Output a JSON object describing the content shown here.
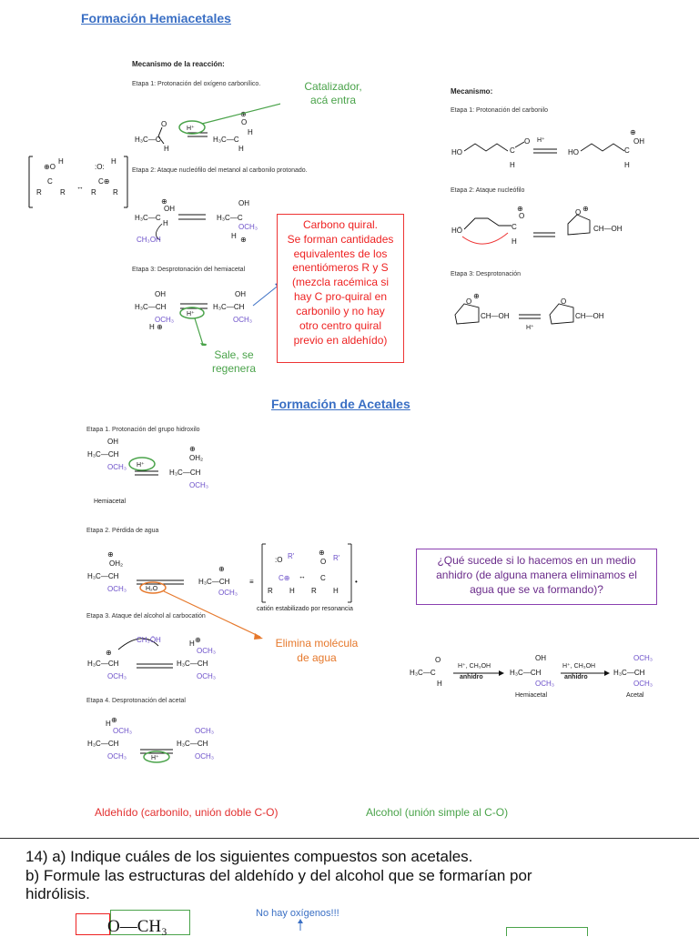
{
  "hemiacetal": {
    "title": "Formación Hemiacetales",
    "left": {
      "heading": "Mecanismo de la reacción:",
      "step1": "Etapa 1: Protonación del oxígeno carbonílico.",
      "step2": "Etapa 2: Ataque nucleófilo del metanol al carbonilo protonado.",
      "step3": "Etapa 3: Desprotonación del hemiacetal"
    },
    "right": {
      "heading": "Mecanismo:",
      "step1": "Etapa 1: Protonación del carbonilo",
      "step2": "Etapa 2: Ataque nucleófilo",
      "step3": "Etapa 3: Desprotonación"
    },
    "catalyst_note_line1": "Catalizador,",
    "catalyst_note_line2": "acá entra",
    "regen_note_line1": "Sale, se",
    "regen_note_line2": "regenera",
    "chiral_box": {
      "line1": "Carbono quiral.",
      "line2": "Se forman cantidades",
      "line3": "equivalentes de los",
      "line4": "enentiómeros R y S",
      "line5": "(mezcla racémica si",
      "line6": "hay C pro-quiral en",
      "line7": "carbonilo y no hay",
      "line8": "otro centro quiral",
      "line9": "previo en aldehído)"
    }
  },
  "acetal": {
    "title": "Formación de Acetales",
    "step1": "Etapa 1. Protonación del grupo hidroxilo",
    "hemiacetal_label": "Hemiacetal",
    "step2": "Etapa 2. Pérdida de agua",
    "resonance_label": "catión estabilizado por resonancia",
    "step3": "Etapa 3. Ataque del alcohol al carbocatión",
    "step4": "Etapa 4. Desprotonación del acetal",
    "water_note_line1": "Elimina molécula",
    "water_note_line2": "de agua",
    "question_box": {
      "line1": "¿Qué sucede si lo hacemos en un medio",
      "line2": "anhidro (de alguna manera eliminamos el",
      "line3": "agua que se va formando)?"
    },
    "summary": {
      "reagent": "H⁺, CH₃OH",
      "condition": "anhidro",
      "hemiacetal": "Hemiacetal",
      "acetal": "Acetal"
    }
  },
  "legend": {
    "aldehyde": "Aldehído (carbonilo, unión doble C-O)",
    "alcohol": "Alcohol (unión simple al C-O)"
  },
  "exercise": {
    "line1": "14) a) Indique cuáles de los siguientes compuestos son acetales.",
    "line2": "b) Formule las estructuras del aldehído y del alcohol que se formarían por",
    "line3": "hidrólisis.",
    "no_oxygen": "No hay oxígenos!!!",
    "fragment": "O—CH₃"
  },
  "colors": {
    "title_blue": "#3a6fc4",
    "note_green": "#4aa34a",
    "box_red": "#e22222",
    "box_purple": "#8a3fb0",
    "note_orange": "#e6782b",
    "methanol_purple": "#6b4fc9"
  }
}
